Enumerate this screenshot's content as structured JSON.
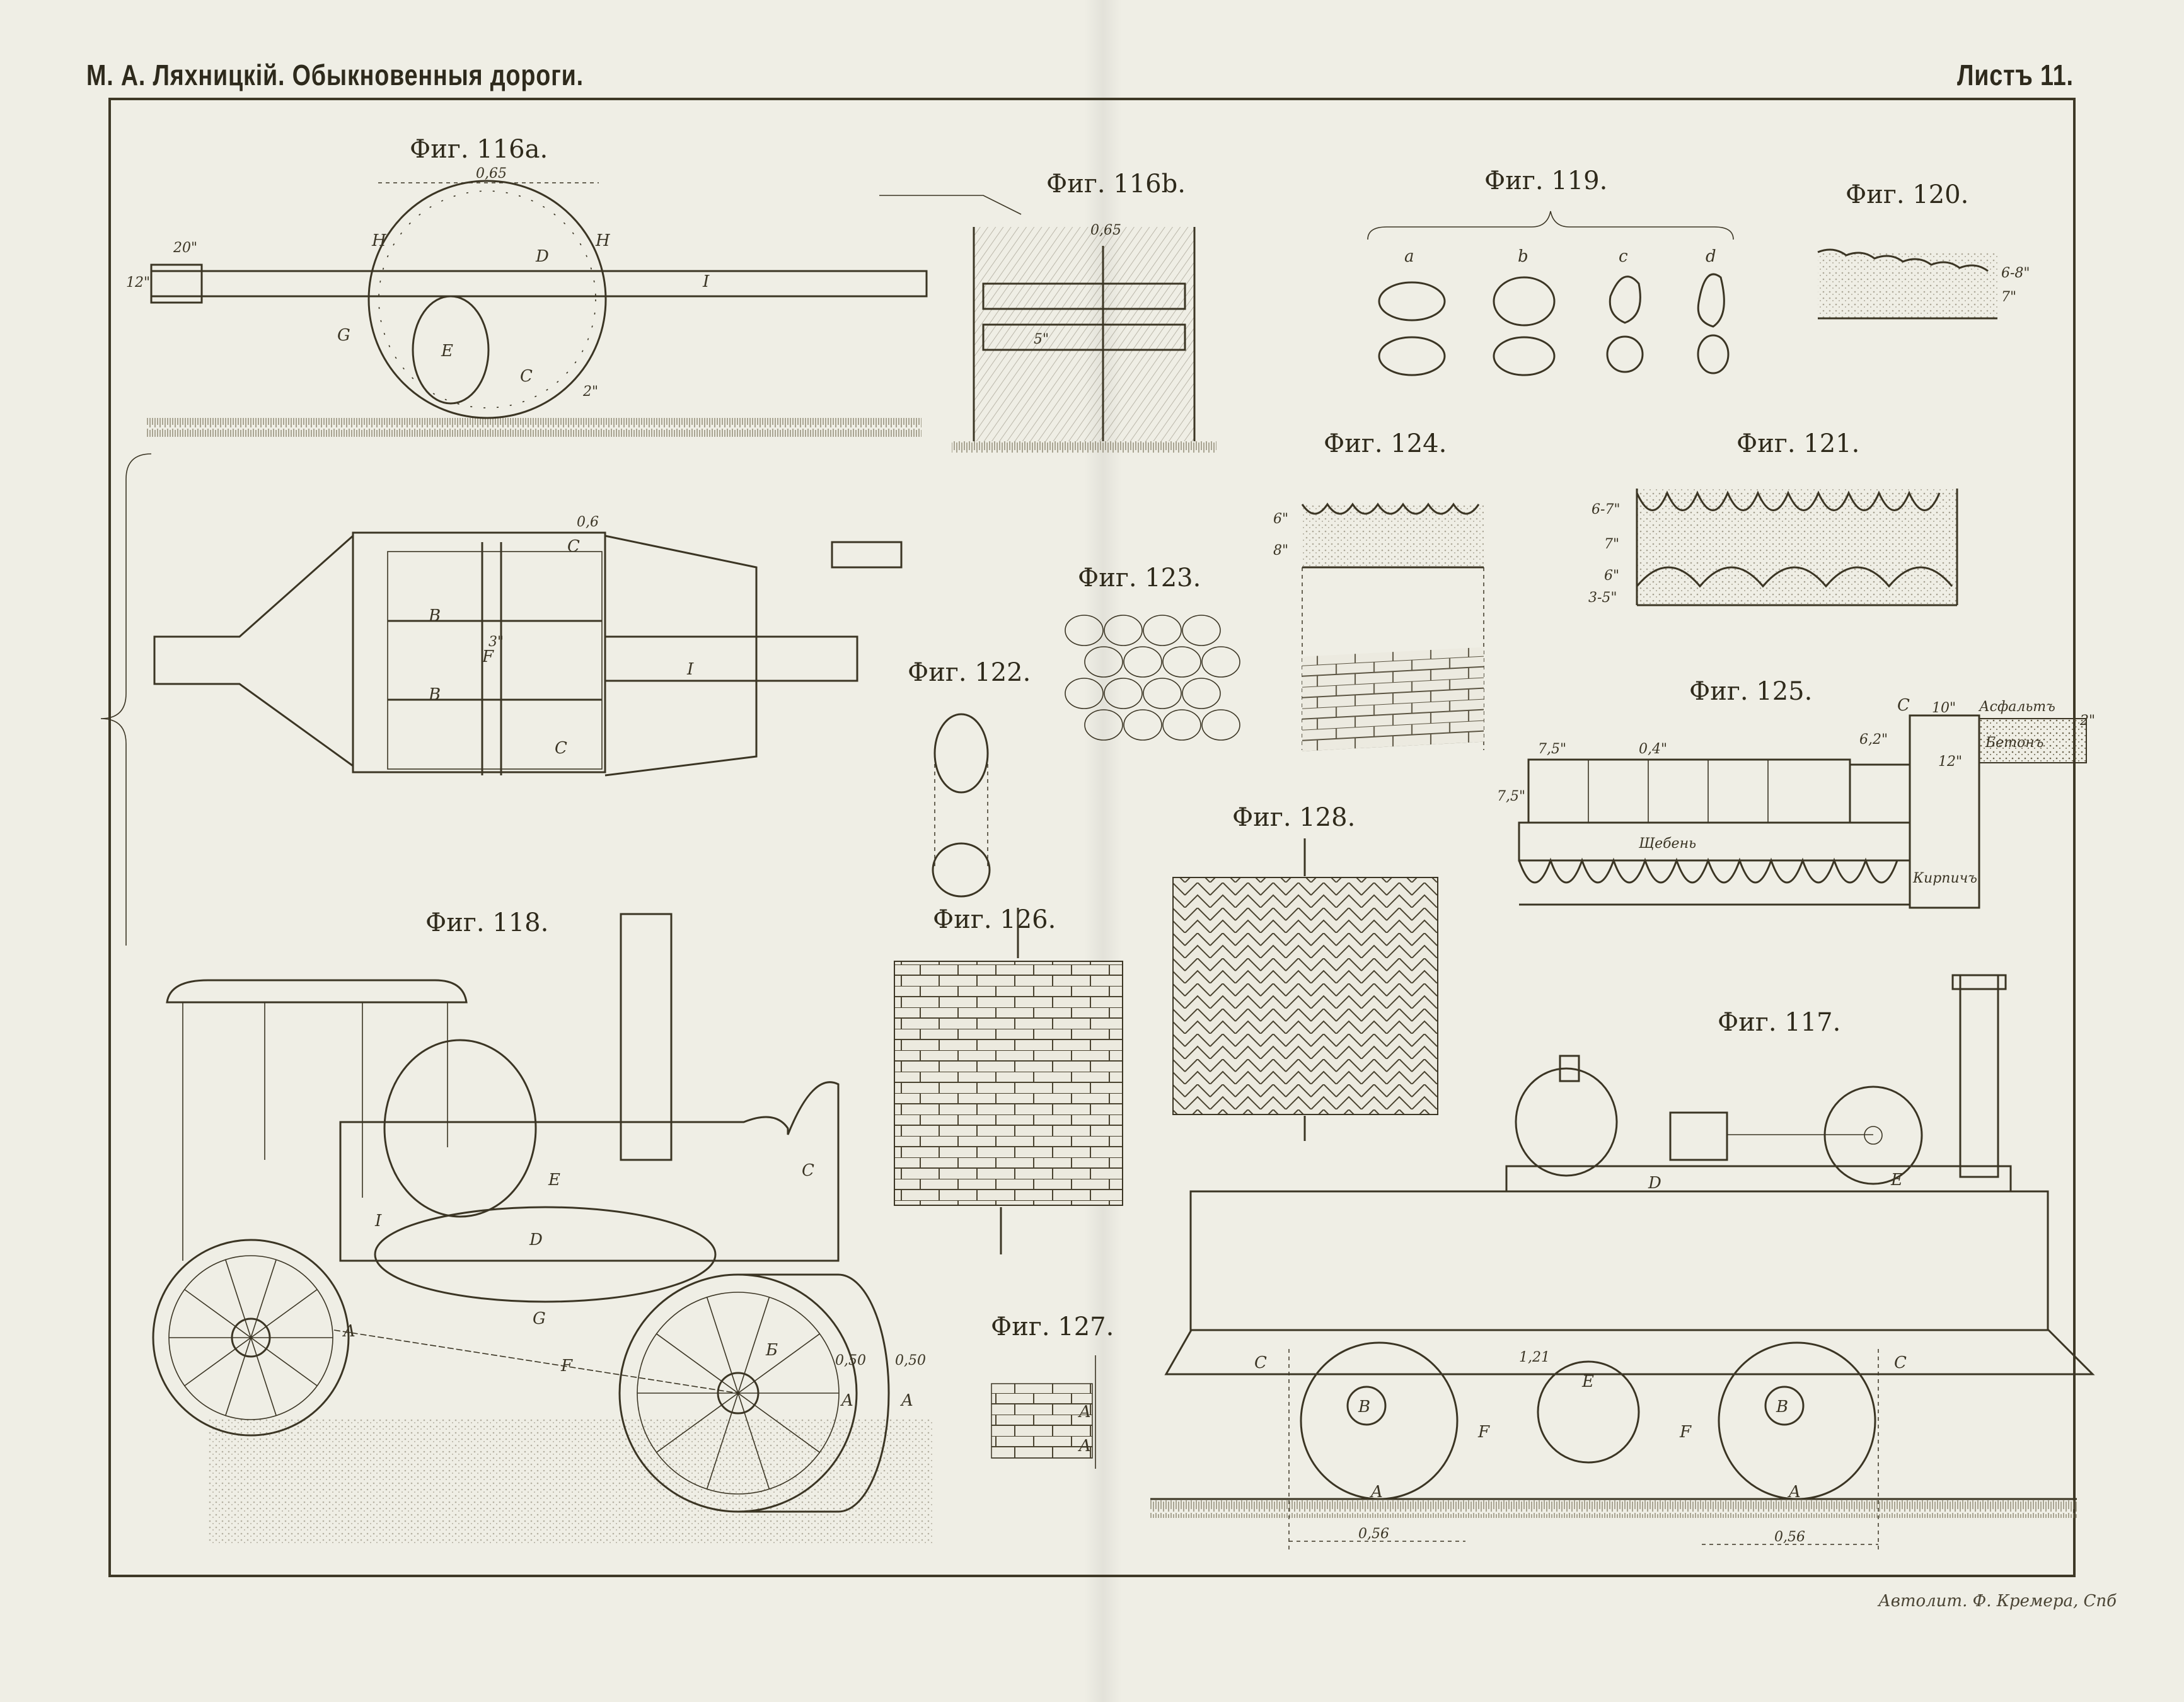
{
  "header": {
    "author_title": "М. А. Ляхницкій. Обыкновенныя дороги.",
    "sheet": "Листъ 11."
  },
  "footer": {
    "imprint": "Автолит. Ф. Кремера, Спб"
  },
  "figures": {
    "f116a": {
      "label": "Фиг. 116a.",
      "dims": [
        "0,65",
        "20\"",
        "12\"",
        "2\""
      ],
      "letters": [
        "H",
        "H",
        "D",
        "E",
        "C",
        "G",
        "I"
      ]
    },
    "f116a_plan": {
      "dims": [
        "0,6",
        "3\""
      ],
      "letters": [
        "B",
        "B",
        "F",
        "C",
        "C",
        "I"
      ]
    },
    "f116b": {
      "label": "Фиг. 116b.",
      "dims": [
        "0,65",
        "5\""
      ]
    },
    "f119": {
      "label": "Фиг. 119.",
      "letters": [
        "a",
        "b",
        "c",
        "d"
      ]
    },
    "f120": {
      "label": "Фиг. 120.",
      "dims": [
        "6-8\"",
        "7\""
      ]
    },
    "f121": {
      "label": "Фиг. 121.",
      "dims": [
        "6-7\"",
        "7\"",
        "6\"",
        "3-5\""
      ]
    },
    "f122": {
      "label": "Фиг. 122."
    },
    "f123": {
      "label": "Фиг. 123."
    },
    "f124": {
      "label": "Фиг. 124.",
      "dims": [
        "6\"",
        "8\""
      ]
    },
    "f125": {
      "label": "Фиг. 125.",
      "dims": [
        "7,5\"",
        "0,4\"",
        "6,2\"",
        "10\"",
        "12\"",
        "7,5\"",
        "2\""
      ],
      "letters": [
        "C"
      ],
      "materials": [
        "Асфальтъ",
        "Бетонъ",
        "Щебень",
        "Кирпичъ"
      ]
    },
    "f126": {
      "label": "Фиг. 126."
    },
    "f127": {
      "label": "Фиг. 127.",
      "letters": [
        "A",
        "A"
      ]
    },
    "f128": {
      "label": "Фиг. 128."
    },
    "f118": {
      "label": "Фиг. 118.",
      "letters": [
        "E",
        "C",
        "D",
        "I",
        "A",
        "Б",
        "A",
        "A",
        "F",
        "G"
      ],
      "dims": [
        "0,50",
        "0,50"
      ]
    },
    "f117": {
      "label": "Фиг. 117.",
      "dims": [
        "0,56",
        "0,56",
        "1,21"
      ],
      "letters": [
        "D",
        "E",
        "C",
        "C",
        "B",
        "B",
        "E",
        "F",
        "F",
        "A",
        "A"
      ]
    }
  },
  "colors": {
    "paper": "#efeee5",
    "ink": "#3b3524"
  }
}
